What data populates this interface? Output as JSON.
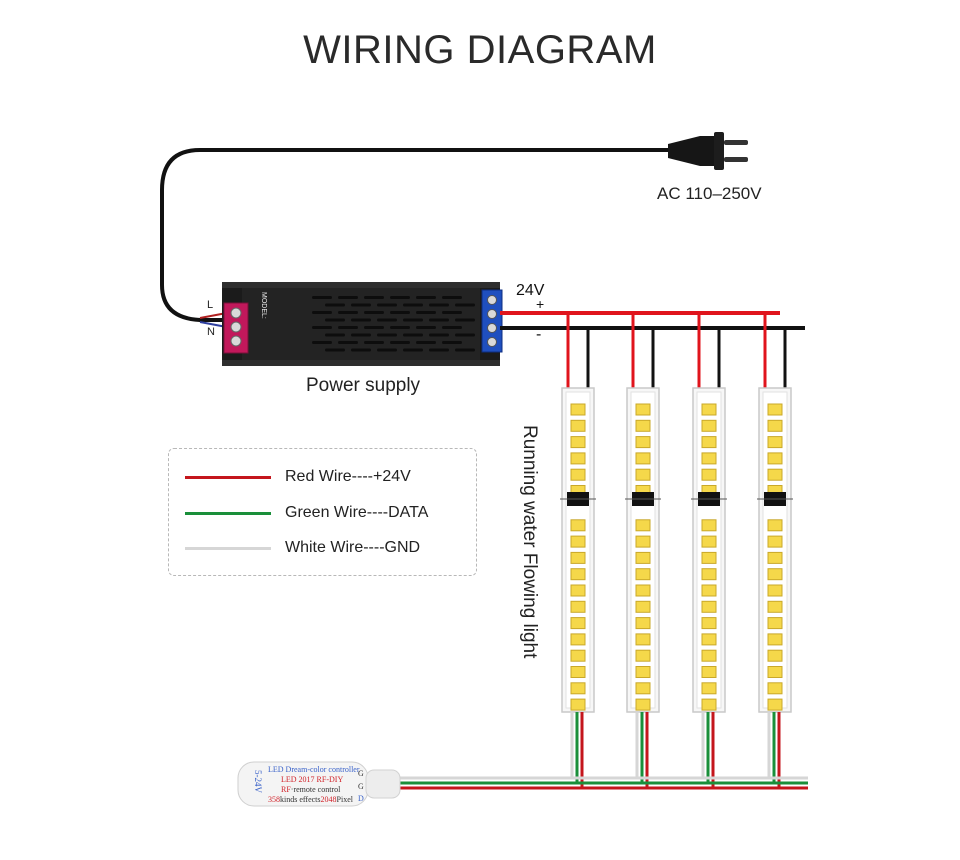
{
  "title": "WIRING DIAGRAM",
  "ac_label": "AC 110–250V",
  "power_supply": {
    "label": "Power supply",
    "output_voltage": "24V",
    "plus": "+",
    "minus": "-",
    "terminal_l": "L",
    "terminal_n": "N",
    "model_text": "MODEL:"
  },
  "legend": {
    "items": [
      {
        "text": "Red Wire----+24V",
        "color": "#c4161c"
      },
      {
        "text": "Green Wire----DATA",
        "color": "#1a8f3a"
      },
      {
        "text": "White Wire----GND",
        "color": "#d6d6d6"
      }
    ]
  },
  "strip_label": "Running water Flowing light",
  "controller": {
    "line1": "LED Dream-color controller",
    "line2": "LED 2017 RF-DIY",
    "line3_a": "RF",
    "line3_b": "remote control",
    "line4_a": "358",
    "line4_b": "kinds effects",
    "line4_c": "2048",
    "line4_d": "Pixel",
    "side_voltage": "5-24V",
    "pins": [
      "G",
      "G",
      "D"
    ]
  },
  "colors": {
    "red_wire": "#e0141c",
    "black_wire": "#111111",
    "green_wire": "#1a8f3a",
    "white_wire": "#d6d6d6",
    "terminal_blue": "#1f4fbf",
    "terminal_red": "#c2185b",
    "led_yellow": "#f5d84a"
  }
}
